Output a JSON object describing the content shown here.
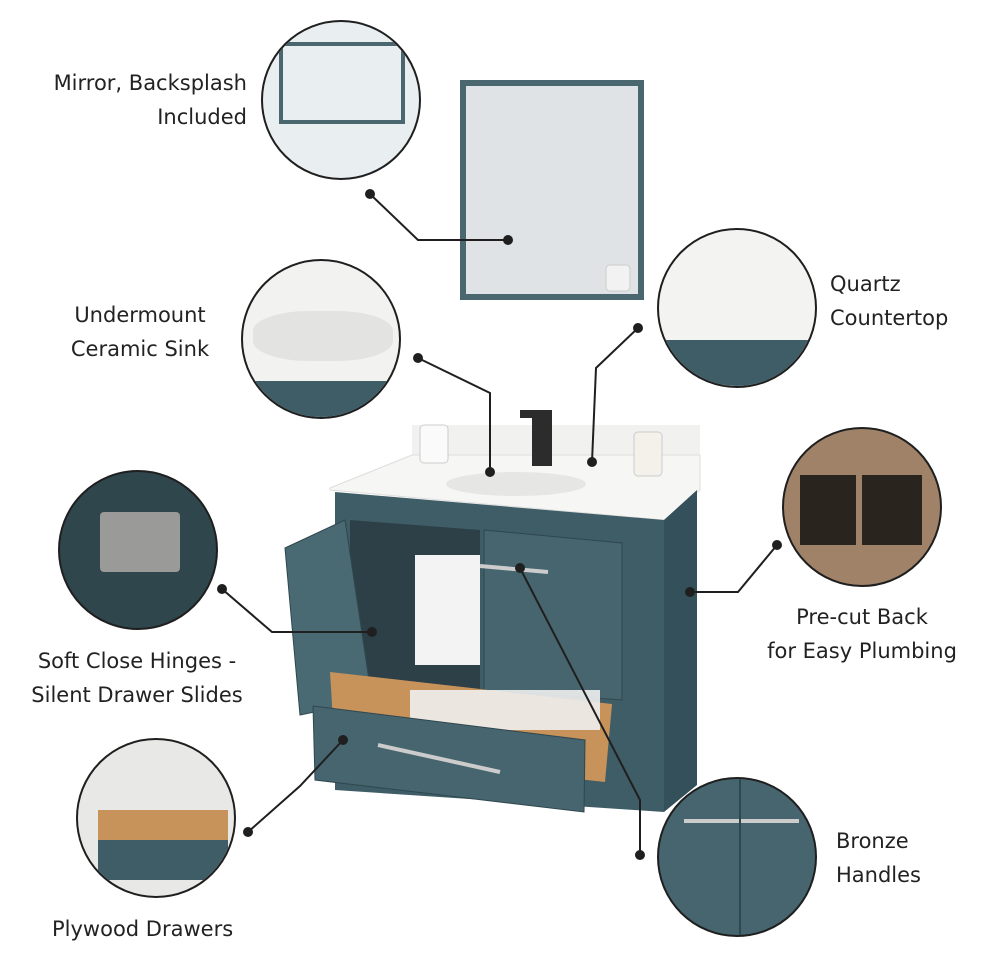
{
  "callouts": {
    "mirror": {
      "line1": "Mirror, Backsplash",
      "line2": "Included"
    },
    "sink": {
      "line1": "Undermount",
      "line2": "Ceramic Sink"
    },
    "countertop": {
      "line1": "Quartz",
      "line2": "Countertop"
    },
    "back": {
      "line1": "Pre-cut Back",
      "line2": "for Easy Plumbing"
    },
    "hinges": {
      "line1": "Soft Close Hinges -",
      "line2": "Silent Drawer Slides"
    },
    "handles": {
      "line1": "Bronze",
      "line2": "Handles"
    },
    "drawers": {
      "line1": "Plywood Drawers"
    }
  },
  "colors": {
    "cabinet": "#3f5d66",
    "counter": "#f4f4f2",
    "wood": "#c8935a",
    "line": "#1f1f1f"
  }
}
